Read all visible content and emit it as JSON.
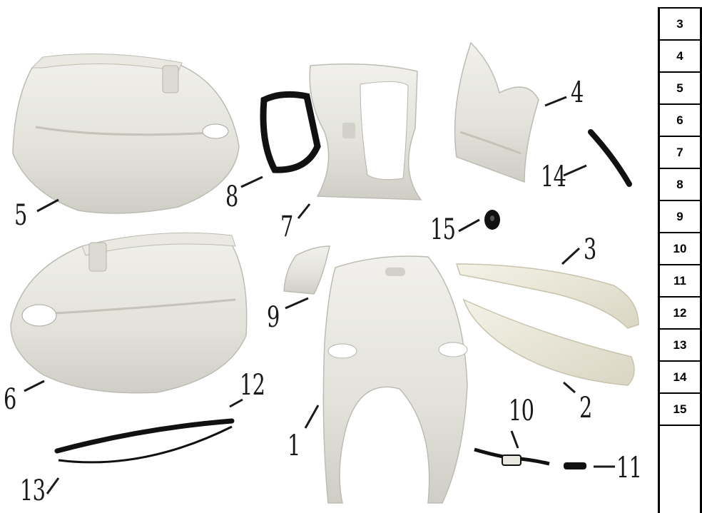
{
  "diagram": {
    "callouts": [
      "5",
      "8",
      "7",
      "4",
      "14",
      "15",
      "3",
      "9",
      "6",
      "1",
      "2",
      "12",
      "10",
      "11",
      "13"
    ]
  },
  "reference_table": {
    "rows": [
      "3",
      "4",
      "5",
      "6",
      "7",
      "8",
      "9",
      "10",
      "11",
      "12",
      "13",
      "14",
      "15"
    ]
  },
  "colors": {
    "panel": "#e6e5df",
    "panel_shadow": "#c9c8c0",
    "trim": "#111111",
    "cream": "#ece9d8"
  }
}
